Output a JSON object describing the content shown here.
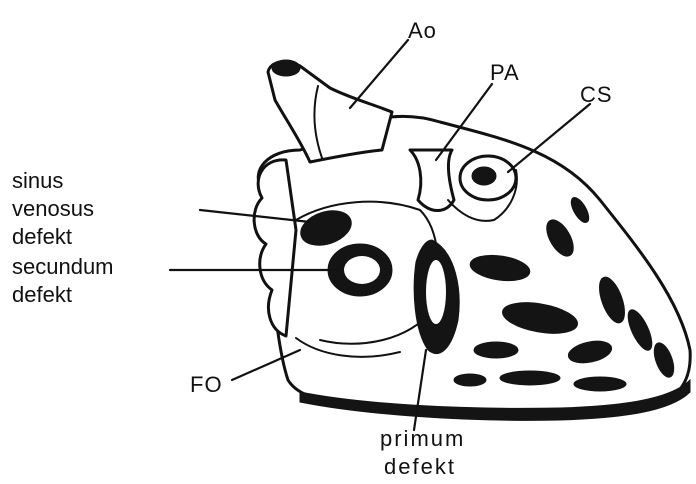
{
  "labels": {
    "ao": "Ao",
    "pa": "PA",
    "cs": "CS",
    "sinus_line1": "sinus",
    "sinus_line2": "venosus",
    "sinus_line3": "defekt",
    "secundum_line1": "secundum",
    "secundum_line2": "defekt",
    "fo": "FO",
    "primum_line1": "primum",
    "primum_line2": "defekt"
  },
  "colors": {
    "ink": "#111111",
    "background": "#ffffff"
  }
}
